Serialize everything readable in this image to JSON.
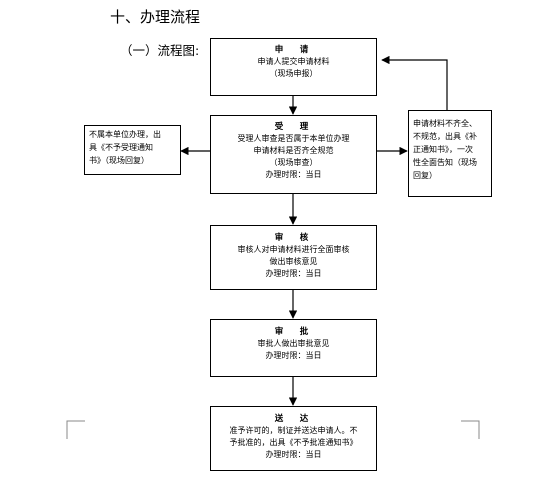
{
  "heading": "十、办理流程",
  "subheading": "（一）流程图:",
  "steps": [
    {
      "title": "申　请",
      "lines": [
        "申请人提交申请材料",
        "（现场申报）"
      ]
    },
    {
      "title": "受　理",
      "lines": [
        "受理人审查是否属于本单位办理",
        "申请材料是否齐全规范",
        "（现场审查）",
        "办理时限：当日"
      ]
    },
    {
      "title": "审　核",
      "lines": [
        "审核人对申请材料进行全面审核",
        "做出审核意见",
        "办理时限：当日"
      ]
    },
    {
      "title": "审　批",
      "lines": [
        "审批人做出审批意见",
        "办理时限：当日"
      ]
    },
    {
      "title": "送　达",
      "lines": [
        "准予许可的，制证并送达申请人。不",
        "予批准的，出具《不予批准通知书》",
        "办理时限：当日"
      ]
    }
  ],
  "left_note": {
    "lines": [
      "不属本单位办理，出",
      "具《不予受理通知",
      "书》（现场回复）"
    ]
  },
  "right_note": {
    "lines": [
      "申请材料不齐全、",
      "不规范，出具《补",
      "正通知书》，一次",
      "性全面告知（现场",
      "回复）"
    ]
  }
}
